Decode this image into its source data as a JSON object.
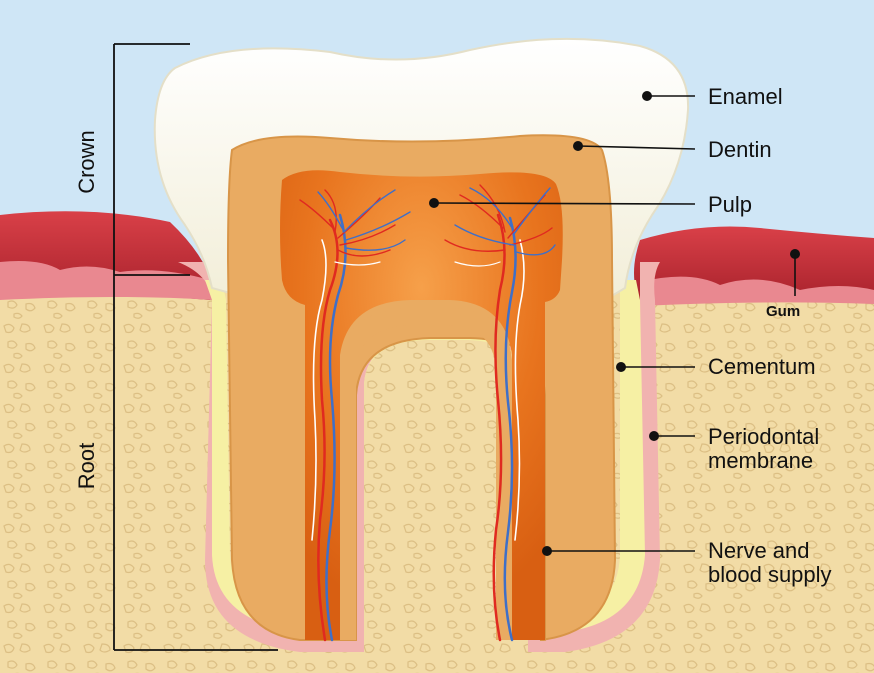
{
  "labels": {
    "enamel": "Enamel",
    "dentin": "Dentin",
    "pulp": "Pulp",
    "gum": "Gum",
    "cementum": "Cementum",
    "periodontal_line1": "Periodontal",
    "periodontal_line2": "membrane",
    "nerve_line1": "Nerve and",
    "nerve_line2": "blood supply",
    "crown": "Crown",
    "root": "Root"
  },
  "colors": {
    "sky": "#cfe6f6",
    "bone": "#f2dca6",
    "bone_texture": "#e6c88a",
    "gum": "#c8323c",
    "gum_light": "#e9828a",
    "membrane": "#f1b3b0",
    "cementum": "#f6f0a4",
    "enamel": "#fbf8ea",
    "dentin": "#e9ab62",
    "pulp": "#e8741e",
    "nerve_red": "#e02a20",
    "nerve_blue": "#3f6fc8"
  }
}
